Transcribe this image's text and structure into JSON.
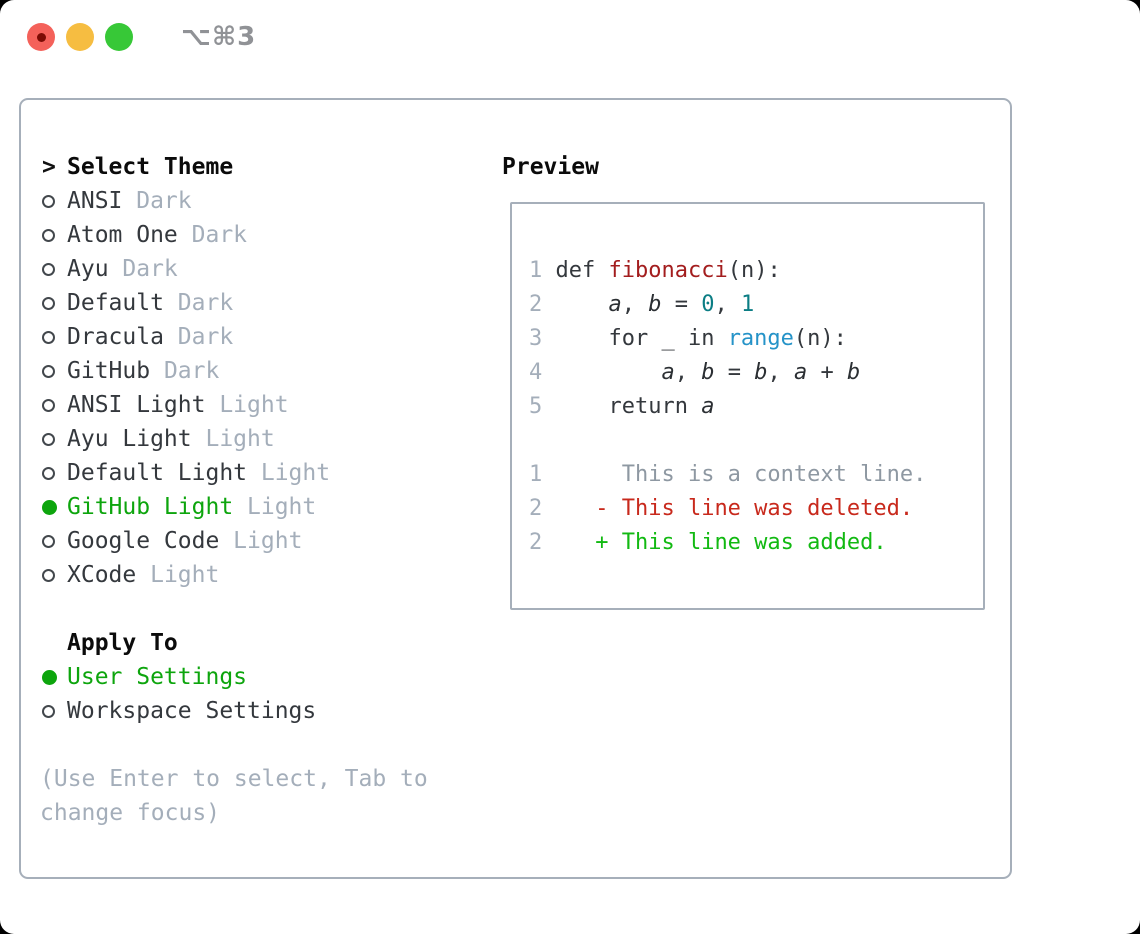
{
  "titlebar": {
    "title": "⌥⌘3",
    "buttons": [
      "close",
      "minimize",
      "zoom"
    ]
  },
  "theme_selector": {
    "prompt": ">",
    "title": "Select Theme",
    "themes": [
      {
        "name": "ANSI",
        "variant": "Dark",
        "selected": false
      },
      {
        "name": "Atom One",
        "variant": "Dark",
        "selected": false
      },
      {
        "name": "Ayu",
        "variant": "Dark",
        "selected": false
      },
      {
        "name": "Default",
        "variant": "Dark",
        "selected": false
      },
      {
        "name": "Dracula",
        "variant": "Dark",
        "selected": false
      },
      {
        "name": "GitHub",
        "variant": "Dark",
        "selected": false
      },
      {
        "name": "ANSI Light",
        "variant": "Light",
        "selected": false
      },
      {
        "name": "Ayu Light",
        "variant": "Light",
        "selected": false
      },
      {
        "name": "Default Light",
        "variant": "Light",
        "selected": false
      },
      {
        "name": "GitHub Light",
        "variant": "Light",
        "selected": true
      },
      {
        "name": "Google Code",
        "variant": "Light",
        "selected": false
      },
      {
        "name": "XCode",
        "variant": "Light",
        "selected": false
      }
    ],
    "apply_to": {
      "title": "Apply To",
      "options": [
        {
          "label": "User Settings",
          "selected": true
        },
        {
          "label": "Workspace Settings",
          "selected": false
        }
      ]
    },
    "help_lines": [
      "(Use Enter to select, Tab to",
      "change focus)"
    ]
  },
  "preview": {
    "title": "Preview",
    "lines": [
      {
        "num": "1",
        "tokens": [
          {
            "t": "def ",
            "c": "p"
          },
          {
            "t": "fibonacci",
            "c": "fn"
          },
          {
            "t": "(n):",
            "c": "p"
          }
        ]
      },
      {
        "num": "2",
        "tokens": [
          {
            "t": "    ",
            "c": "p"
          },
          {
            "t": "a",
            "c": "v"
          },
          {
            "t": ", ",
            "c": "p"
          },
          {
            "t": "b",
            "c": "v"
          },
          {
            "t": " = ",
            "c": "p"
          },
          {
            "t": "0",
            "c": "n"
          },
          {
            "t": ", ",
            "c": "p"
          },
          {
            "t": "1",
            "c": "n"
          }
        ]
      },
      {
        "num": "3",
        "tokens": [
          {
            "t": "    for _ in ",
            "c": "p"
          },
          {
            "t": "range",
            "c": "b"
          },
          {
            "t": "(n):",
            "c": "p"
          }
        ]
      },
      {
        "num": "4",
        "tokens": [
          {
            "t": "        ",
            "c": "p"
          },
          {
            "t": "a",
            "c": "v"
          },
          {
            "t": ", ",
            "c": "p"
          },
          {
            "t": "b",
            "c": "v"
          },
          {
            "t": " = ",
            "c": "p"
          },
          {
            "t": "b",
            "c": "v"
          },
          {
            "t": ", ",
            "c": "p"
          },
          {
            "t": "a",
            "c": "v"
          },
          {
            "t": " + ",
            "c": "p"
          },
          {
            "t": "b",
            "c": "v"
          }
        ]
      },
      {
        "num": "5",
        "tokens": [
          {
            "t": "    return ",
            "c": "p"
          },
          {
            "t": "a",
            "c": "v"
          }
        ]
      },
      {
        "num": "",
        "tokens": []
      },
      {
        "num": "1",
        "tokens": [
          {
            "t": "     This is a context line.",
            "c": "ctx"
          }
        ]
      },
      {
        "num": "2",
        "tokens": [
          {
            "t": "   - This line was deleted.",
            "c": "del"
          }
        ]
      },
      {
        "num": "2",
        "tokens": [
          {
            "t": "   + This line was added.",
            "c": "add"
          }
        ]
      }
    ]
  },
  "colors": {
    "selection_green": "#0da50d",
    "added_green": "#12b912",
    "deleted_red": "#c8291c",
    "function_red": "#a31d1e",
    "number_teal": "#0b7d84",
    "builtin_blue": "#2593c8",
    "muted_gray": "#a4aeba",
    "text_dark": "#34383d",
    "panel_border": "#a6afba",
    "traffic_red": "#f4615a",
    "traffic_yellow": "#f6bd41",
    "traffic_green": "#37c837"
  }
}
